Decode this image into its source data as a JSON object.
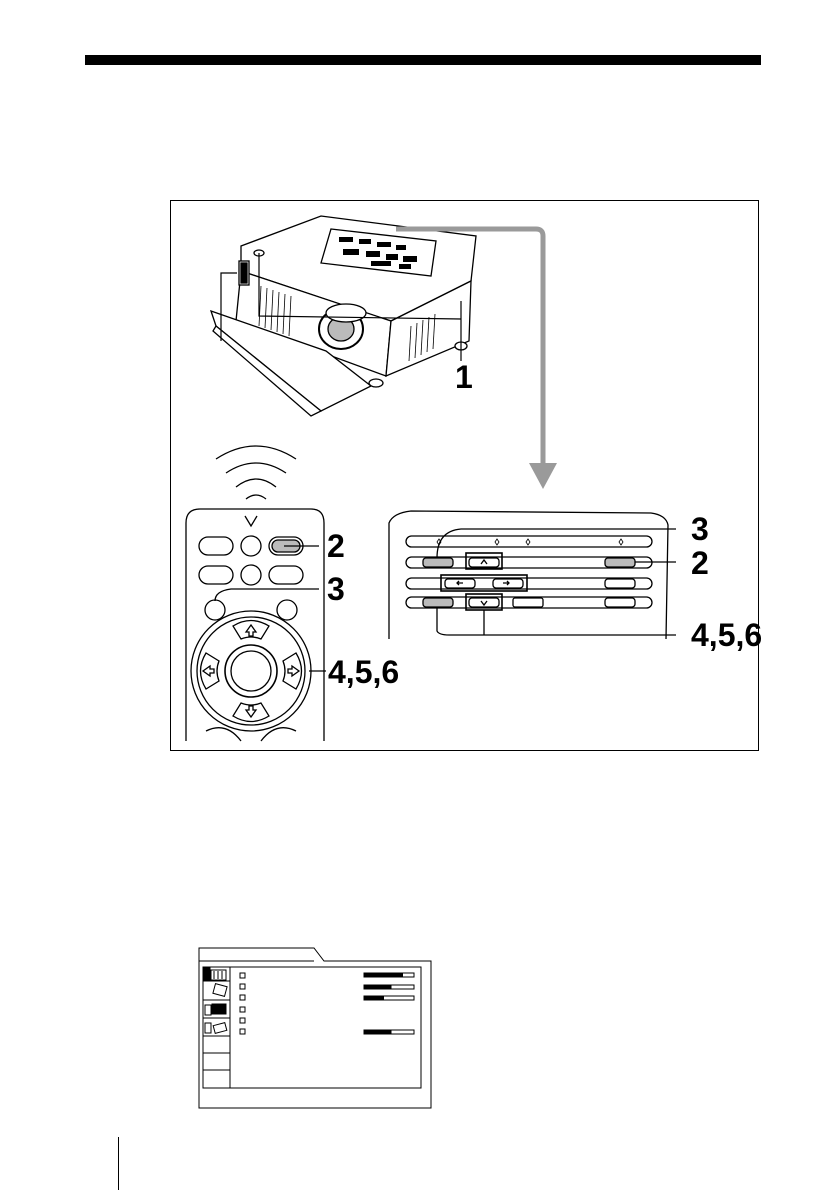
{
  "figure": {
    "callouts": {
      "step1": "1",
      "step2_remote": "2",
      "step3_remote": "3",
      "step456_remote": "4,5,6",
      "step3_panel": "3",
      "step2_panel": "2",
      "step456_panel": "4,5,6"
    },
    "icons": [
      "projector-illustration",
      "remote-control-illustration",
      "control-panel-illustration",
      "arrow-down-icon",
      "signal-waves-icon"
    ]
  },
  "menu_screenshot": {
    "slider_levels": [
      0.78,
      0.55,
      0.4,
      0.55
    ]
  }
}
